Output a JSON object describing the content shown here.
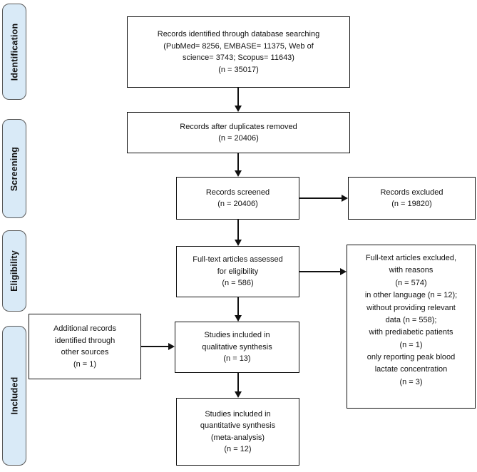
{
  "stages": [
    {
      "label": "Identification"
    },
    {
      "label": "Screening"
    },
    {
      "label": "Eligibility"
    },
    {
      "label": "Included"
    }
  ],
  "boxes": {
    "identified": "Records identified through database searching\n(PubMed= 8256, EMBASE= 11375, Web of\nscience= 3743; Scopus= 11643)\n(n = 35017)",
    "dedup": "Records after duplicates removed\n(n = 20406)",
    "screened": "Records screened\n(n = 20406)",
    "excluded": "Records excluded\n(n = 19820)",
    "fulltext": "Full-text articles assessed\nfor eligibility\n(n = 586)",
    "fulltext_excluded": "Full-text articles excluded,\nwith reasons\n(n = 574)\nin other language (n = 12);\nwithout providing relevant\ndata (n = 558);\nwith prediabetic patients\n(n = 1)\nonly reporting peak blood\nlactate concentration\n(n = 3)",
    "additional": "Additional records\nidentified through\nother sources\n(n = 1)",
    "qualitative": "Studies included in\nqualitative synthesis\n(n = 13)",
    "quantitative": "Studies included in\nquantitative synthesis\n(meta-analysis)\n(n = 12)"
  },
  "colors": {
    "stage_fill": "#d9eaf7",
    "stage_border": "#595959",
    "box_border": "#111111",
    "arrow": "#111111"
  }
}
